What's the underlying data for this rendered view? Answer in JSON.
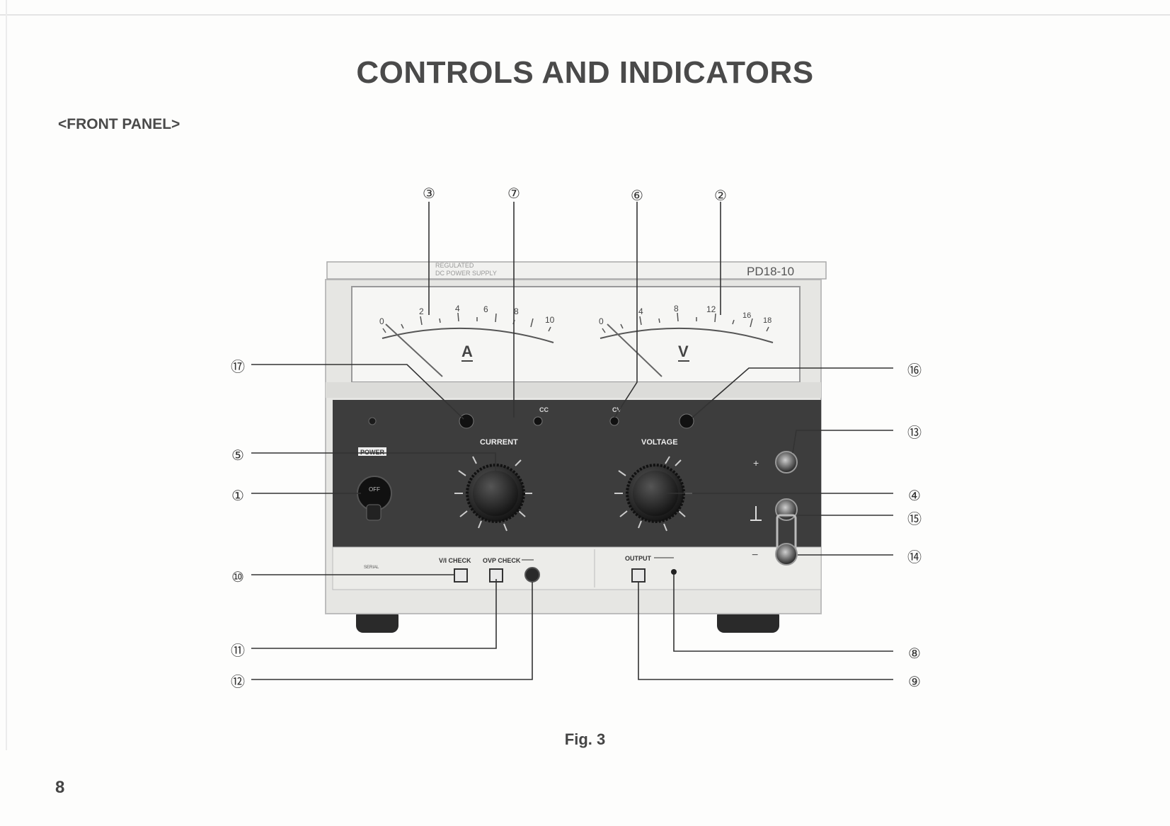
{
  "document": {
    "title": "CONTROLS AND INDICATORS",
    "section": "<FRONT PANEL>",
    "figure_caption": "Fig. 3",
    "page_number": "8"
  },
  "device": {
    "model": "PD18-10",
    "header_text": [
      "REGULATED",
      "DC POWER SUPPLY"
    ],
    "ammeter": {
      "unit": "A",
      "scale_labels": [
        "0",
        "2",
        "4",
        "6",
        "8",
        "10"
      ]
    },
    "voltmeter": {
      "unit": "V",
      "scale_labels": [
        "0",
        "4",
        "8",
        "12",
        "16",
        "18"
      ]
    },
    "labels": {
      "power": "POWER",
      "off": "OFF",
      "current": "CURRENT",
      "voltage": "VOLTAGE",
      "cc": "CC",
      "cv": "CV",
      "vi_check": "V/I CHECK",
      "ovp_check": "OVP CHECK",
      "output": "OUTPUT",
      "serial": "SERIAL",
      "plus": "+",
      "minus": "−"
    }
  },
  "callouts": [
    "①",
    "②",
    "③",
    "④",
    "⑤",
    "⑥",
    "⑦",
    "⑧",
    "⑨",
    "⑩",
    "⑪",
    "⑫",
    "⑬",
    "⑭",
    "⑮",
    "⑯",
    "⑰"
  ],
  "colors": {
    "panel_dark": "#3d3d3d",
    "panel_light": "#e9e9e6",
    "meter_face": "#f5f5f3",
    "ink": "#333333"
  }
}
